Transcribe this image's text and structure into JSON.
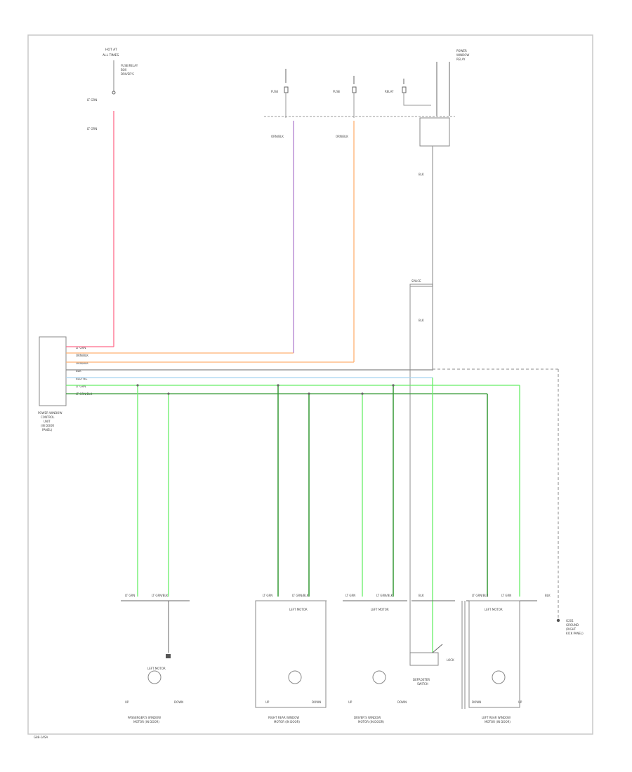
{
  "colors": {
    "frame": "#c8c8c8",
    "wire_gray": "#999999",
    "wire_pink": "#ff6b8a",
    "wire_purple": "#b07fd0",
    "wire_orange": "#ffb070",
    "wire_lightblue": "#a8d4f0",
    "wire_green": "#66ee66",
    "wire_darkgreen": "#339933",
    "wire_black": "#555555",
    "ink": "#666666"
  },
  "labels": {
    "hot_at_all_times": [
      "HOT AT",
      "ALL TIMES"
    ],
    "fuse_block": [
      "FUSE/RELAY",
      "BOX",
      "DRIVER'S"
    ],
    "power_window_relay": [
      "POWER",
      "WINDOW",
      "RELAY"
    ],
    "fuse_label_1": "FUSE",
    "fuse_label_2": "FUSE",
    "relay_label": "RELAY",
    "wire_top_1": "LT GRN",
    "wire_top_2": "LT GRN",
    "wire_purple": "ORN/BLK",
    "wire_orange": "ORN/BLK",
    "wire_blk_1": "BLK",
    "wire_blk_2": "BLK",
    "splice": "SPLICE",
    "control_unit": [
      "POWER WINDOW",
      "CONTROL",
      "UNIT",
      "(IN DOOR",
      "PANEL)"
    ],
    "harness_lines": [
      "LT GRN",
      "ORN/BLK",
      "ORN/BLK",
      "BLK",
      "BLU/YEL",
      "LT GRN",
      "LT GRN/BLK"
    ],
    "ground": [
      "G201",
      "GROUND",
      "(RIGHT",
      "KICK PANEL)"
    ],
    "row_labels": [
      "LT GRN",
      "LT GRN/BLK",
      "LT GRN",
      "LT GRN/BLK",
      "LT GRN",
      "LT GRN/BLK",
      "BLK",
      "LT GRN/BLK",
      "LT GRN",
      "BLK"
    ],
    "switch_labels": [
      "LEFT MOTOR",
      "LEFT MOTOR",
      "LEFT MOTOR",
      "LEFT MOTOR"
    ],
    "up": "UP",
    "down": "DOWN",
    "motor_labels": [
      [
        "PASSENGER'S WINDOW",
        "MOTOR (IN DOOR)"
      ],
      [
        "RIGHT REAR WINDOW",
        "MOTOR (IN DOOR)"
      ],
      [
        "DRIVER'S WINDOW",
        "MOTOR (IN DOOR)"
      ],
      [
        "LEFT REAR WINDOW",
        "MOTOR (IN DOOR)"
      ]
    ],
    "rear_switch": [
      "DEFROSTER",
      "SWITCH"
    ],
    "lock": "LOCK",
    "footer": "G88-1ASA"
  }
}
